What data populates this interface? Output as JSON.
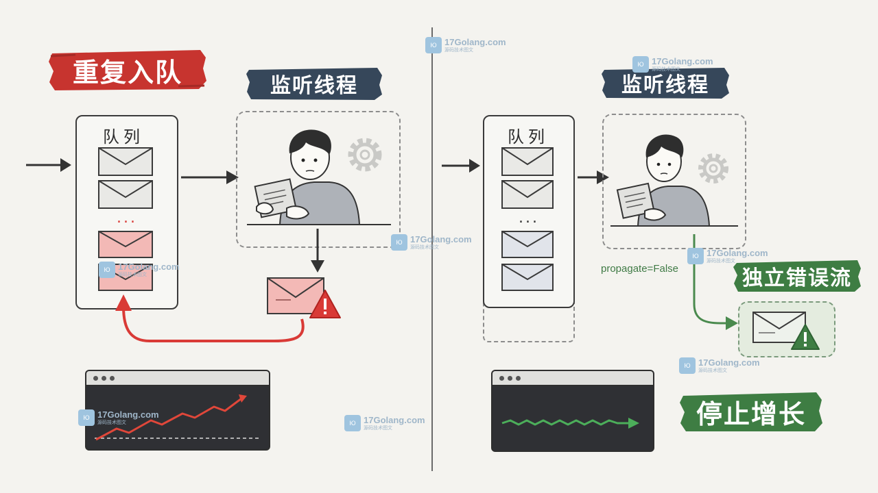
{
  "left": {
    "title": "重复入队",
    "listener_title": "监听线程",
    "queue_label": "队列",
    "ellipsis": "...",
    "trend_color": "#e0473a"
  },
  "right": {
    "listener_title": "监听线程",
    "queue_label": "队列",
    "ellipsis": "...",
    "propagate_label": "propagate=False",
    "error_stream_title": "独立错误流",
    "stop_growth_title": "停止增长",
    "trend_color": "#4cae5a"
  },
  "watermark": {
    "brand": "17Golang.com",
    "sub": "源码技术图文"
  },
  "colors": {
    "red_brush": "#c7342f",
    "navy_brush": "#36475a",
    "green_brush": "#3e7d43",
    "error_red": "#d93a36",
    "green_arrow": "#4a8a4e"
  }
}
